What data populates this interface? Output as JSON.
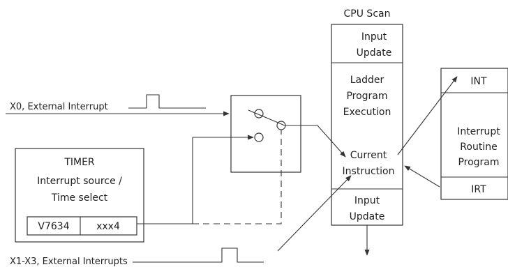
{
  "cpu": {
    "title": "CPU Scan",
    "input_update_top": [
      "Input",
      "Update"
    ],
    "ladder": [
      "Ladder",
      "Program",
      "Execution"
    ],
    "current": [
      "Current",
      "Instruction"
    ],
    "input_update_bottom": [
      "Input",
      "Update"
    ]
  },
  "interrupt_routine": {
    "int_label": "INT",
    "body": [
      "Interrupt",
      "Routine",
      "Program"
    ],
    "irt_label": "IRT"
  },
  "timer": {
    "title": "TIMER",
    "desc": [
      "Interrupt source /",
      "Time select"
    ],
    "reg_address": "V7634",
    "reg_value": "xxx4"
  },
  "signals": {
    "x0": "X0, External Interrupt",
    "x1x3": "X1-X3, External Interrupts"
  }
}
